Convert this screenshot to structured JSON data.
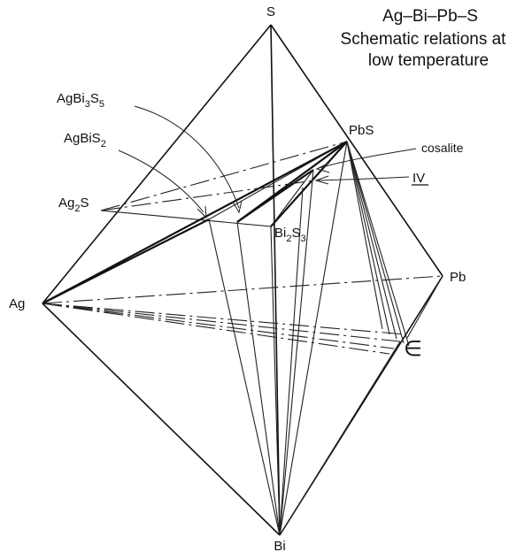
{
  "title": {
    "line1": "Ag–Bi–Pb–S",
    "line2": "Schematic relations at",
    "line3": "low temperature"
  },
  "vertices": {
    "s": "S",
    "ag": "Ag",
    "pb": "Pb",
    "bi": "Bi",
    "pbs": "PbS"
  },
  "phases": {
    "ag2s": {
      "base": "Ag",
      "sub1": "2",
      "tail": "S"
    },
    "agbis2": {
      "base": "AgBiS",
      "sub1": "2"
    },
    "agbi3s5": {
      "base": "AgBi",
      "sub1": "3",
      "mid": "S",
      "sub2": "5"
    },
    "bi2s3": {
      "base": "Bi",
      "sub1": "2",
      "mid": "S",
      "sub2": "3"
    },
    "cosalite": "cosalite",
    "iv": "IV",
    "epsilon": "∈"
  }
}
